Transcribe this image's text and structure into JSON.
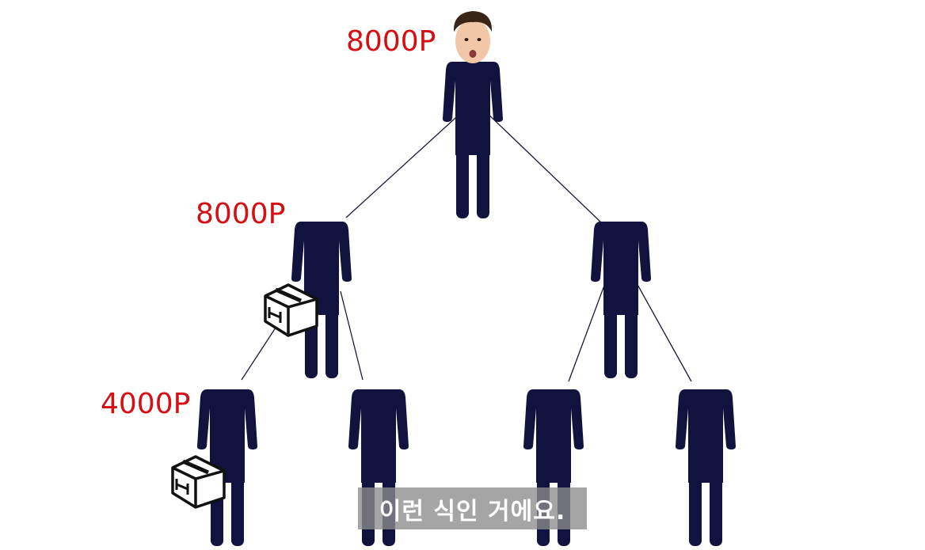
{
  "colors": {
    "figure": "#12123f",
    "line": "#1a1a3a",
    "label": "#d40f14",
    "box_outline": "#111111",
    "box_fill": "#ffffff",
    "subtitle_bg": "#8c8c8c",
    "subtitle_text": "#ffffff"
  },
  "labels": {
    "top": "8000P",
    "mid_left": "8000P",
    "bottom_left": "4000P"
  },
  "subtitle": "이런 식인 거에요.",
  "icons": {
    "top_person": "person-photo-head-icon",
    "person": "person-silhouette-icon",
    "box": "package-box-icon"
  }
}
